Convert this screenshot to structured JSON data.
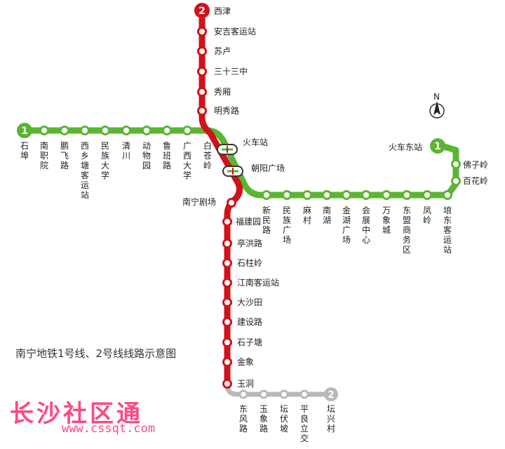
{
  "title": "南宁地铁1号线、2号线线路示意图",
  "watermark": {
    "text": "长沙社区通",
    "url": "www.cssqt.com"
  },
  "north_label": "N",
  "colors": {
    "line1": "#5bb531",
    "line2": "#d0121b",
    "line2_extension": "#b9b9b9"
  },
  "lines": [
    {
      "number": "1",
      "color": "#5bb531",
      "stations": [
        "石埠",
        "南职院",
        "鹏飞路",
        "西乡塘客运站",
        "民族大学",
        "清川",
        "动物园",
        "鲁班路",
        "广西大学",
        "白苍岭",
        "火车站",
        "朝阳广场",
        "新民路",
        "民族广场",
        "麻村",
        "南湖",
        "金湖广场",
        "会展中心",
        "万象城",
        "东盟商务区",
        "凤岭",
        "埌东客运站",
        "百花岭",
        "佛子岭",
        "火车东站"
      ]
    },
    {
      "number": "2",
      "color": "#d0121b",
      "stations": [
        "西津",
        "安吉客运站",
        "苏卢",
        "三十三中",
        "秀厢",
        "明秀路",
        "火车站",
        "朝阳广场",
        "南宁剧场",
        "福建园",
        "亭洪路",
        "石柱岭",
        "江南客运站",
        "大沙田",
        "建设路",
        "石子塘",
        "金象",
        "玉洞"
      ]
    },
    {
      "number": "2",
      "color": "#b9b9b9",
      "note_visible": "",
      "stations": [
        "东风路",
        "玉象路",
        "坛伏坡",
        "平良立交",
        "坛兴村"
      ]
    }
  ]
}
